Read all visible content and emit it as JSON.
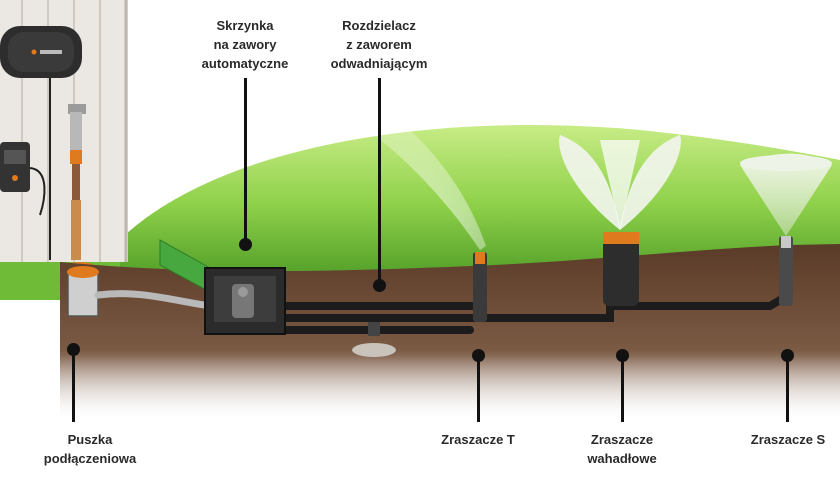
{
  "colors": {
    "grass_light": "#8fd14a",
    "grass_dark": "#3f8f1e",
    "soil": "#6b4a35",
    "pipe": "#1c1c1c",
    "wall": "#e9e5e0",
    "leader": "#111111"
  },
  "icons": {
    "controller": "wall-controller-icon",
    "tap": "garden-tap-icon",
    "valve_box": "valve-box-icon",
    "pop_up_sprinkler": "pop-up-sprinkler-icon",
    "oscillating_sprinkler": "oscillating-sprinkler-icon"
  },
  "labels": {
    "valve_box": [
      "Skrzynka",
      "na zawory",
      "automatyczne"
    ],
    "distributor": [
      "Rozdzielacz",
      "z zaworem",
      "odwadniającym"
    ],
    "connection_box": [
      "Puszka",
      "podłączeniowa"
    ],
    "sprinkler_t": [
      "Zraszacze T"
    ],
    "sprinkler_oscillating": [
      "Zraszacze",
      "wahadłowe"
    ],
    "sprinkler_s": [
      "Zraszacze S"
    ]
  }
}
